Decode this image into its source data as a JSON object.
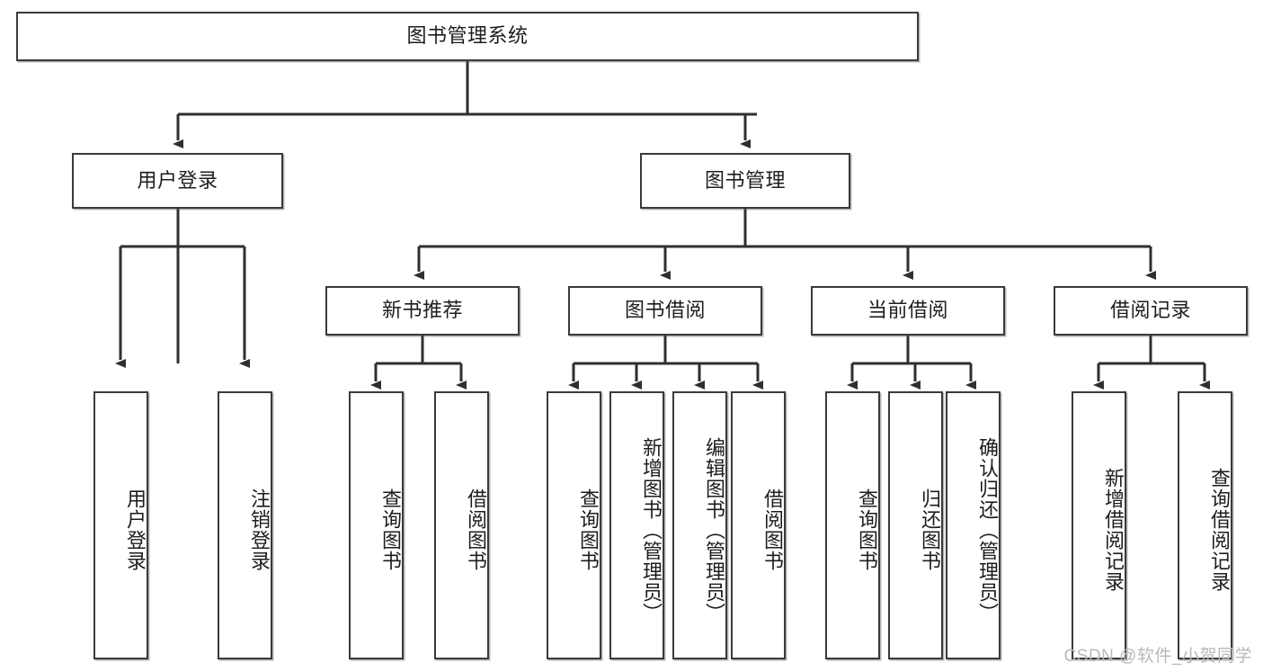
{
  "diagram": {
    "title": "图书管理系统",
    "type": "tree-hierarchy",
    "watermark": "CSDN @软件_小贺同学",
    "colors": {
      "box_border": "#3a3a3a",
      "box_fill": "#ffffff",
      "edge": "#2f2f2f",
      "text": "#1d1d1d",
      "watermark": "#b9b9b9"
    },
    "nodes": {
      "root": {
        "label": "图书管理系统"
      },
      "level2": [
        {
          "id": "user-login",
          "label": "用户登录"
        },
        {
          "id": "book-manage",
          "label": "图书管理"
        }
      ],
      "level3": [
        {
          "id": "new-book-recommend",
          "label": "新书推荐"
        },
        {
          "id": "book-borrow",
          "label": "图书借阅"
        },
        {
          "id": "current-borrow",
          "label": "当前借阅"
        },
        {
          "id": "borrow-record",
          "label": "借阅记录"
        }
      ],
      "leaves": [
        {
          "id": "leaf-user-login",
          "label": "用户登录",
          "parent": "user-login"
        },
        {
          "id": "leaf-logout-login",
          "label": "注销登录",
          "parent": "user-login"
        },
        {
          "id": "leaf-query-book-1",
          "label": "查询图书",
          "parent": "new-book-recommend"
        },
        {
          "id": "leaf-borrow-book-1",
          "label": "借阅图书",
          "parent": "new-book-recommend"
        },
        {
          "id": "leaf-query-book-2",
          "label": "查询图书",
          "parent": "book-borrow"
        },
        {
          "id": "leaf-add-book",
          "label": "新增图书（管理员）",
          "parent": "book-borrow"
        },
        {
          "id": "leaf-edit-book",
          "label": "编辑图书（管理员）",
          "parent": "book-borrow"
        },
        {
          "id": "leaf-borrow-book-2",
          "label": "借阅图书",
          "parent": "book-borrow"
        },
        {
          "id": "leaf-query-book-3",
          "label": "查询图书",
          "parent": "current-borrow"
        },
        {
          "id": "leaf-return-book",
          "label": "归还图书",
          "parent": "current-borrow"
        },
        {
          "id": "leaf-confirm-return",
          "label": "确认归还（管理员）",
          "parent": "current-borrow"
        },
        {
          "id": "leaf-add-record",
          "label": "新增借阅记录",
          "parent": "borrow-record"
        },
        {
          "id": "leaf-query-record",
          "label": "查询借阅记录",
          "parent": "borrow-record"
        }
      ]
    }
  }
}
